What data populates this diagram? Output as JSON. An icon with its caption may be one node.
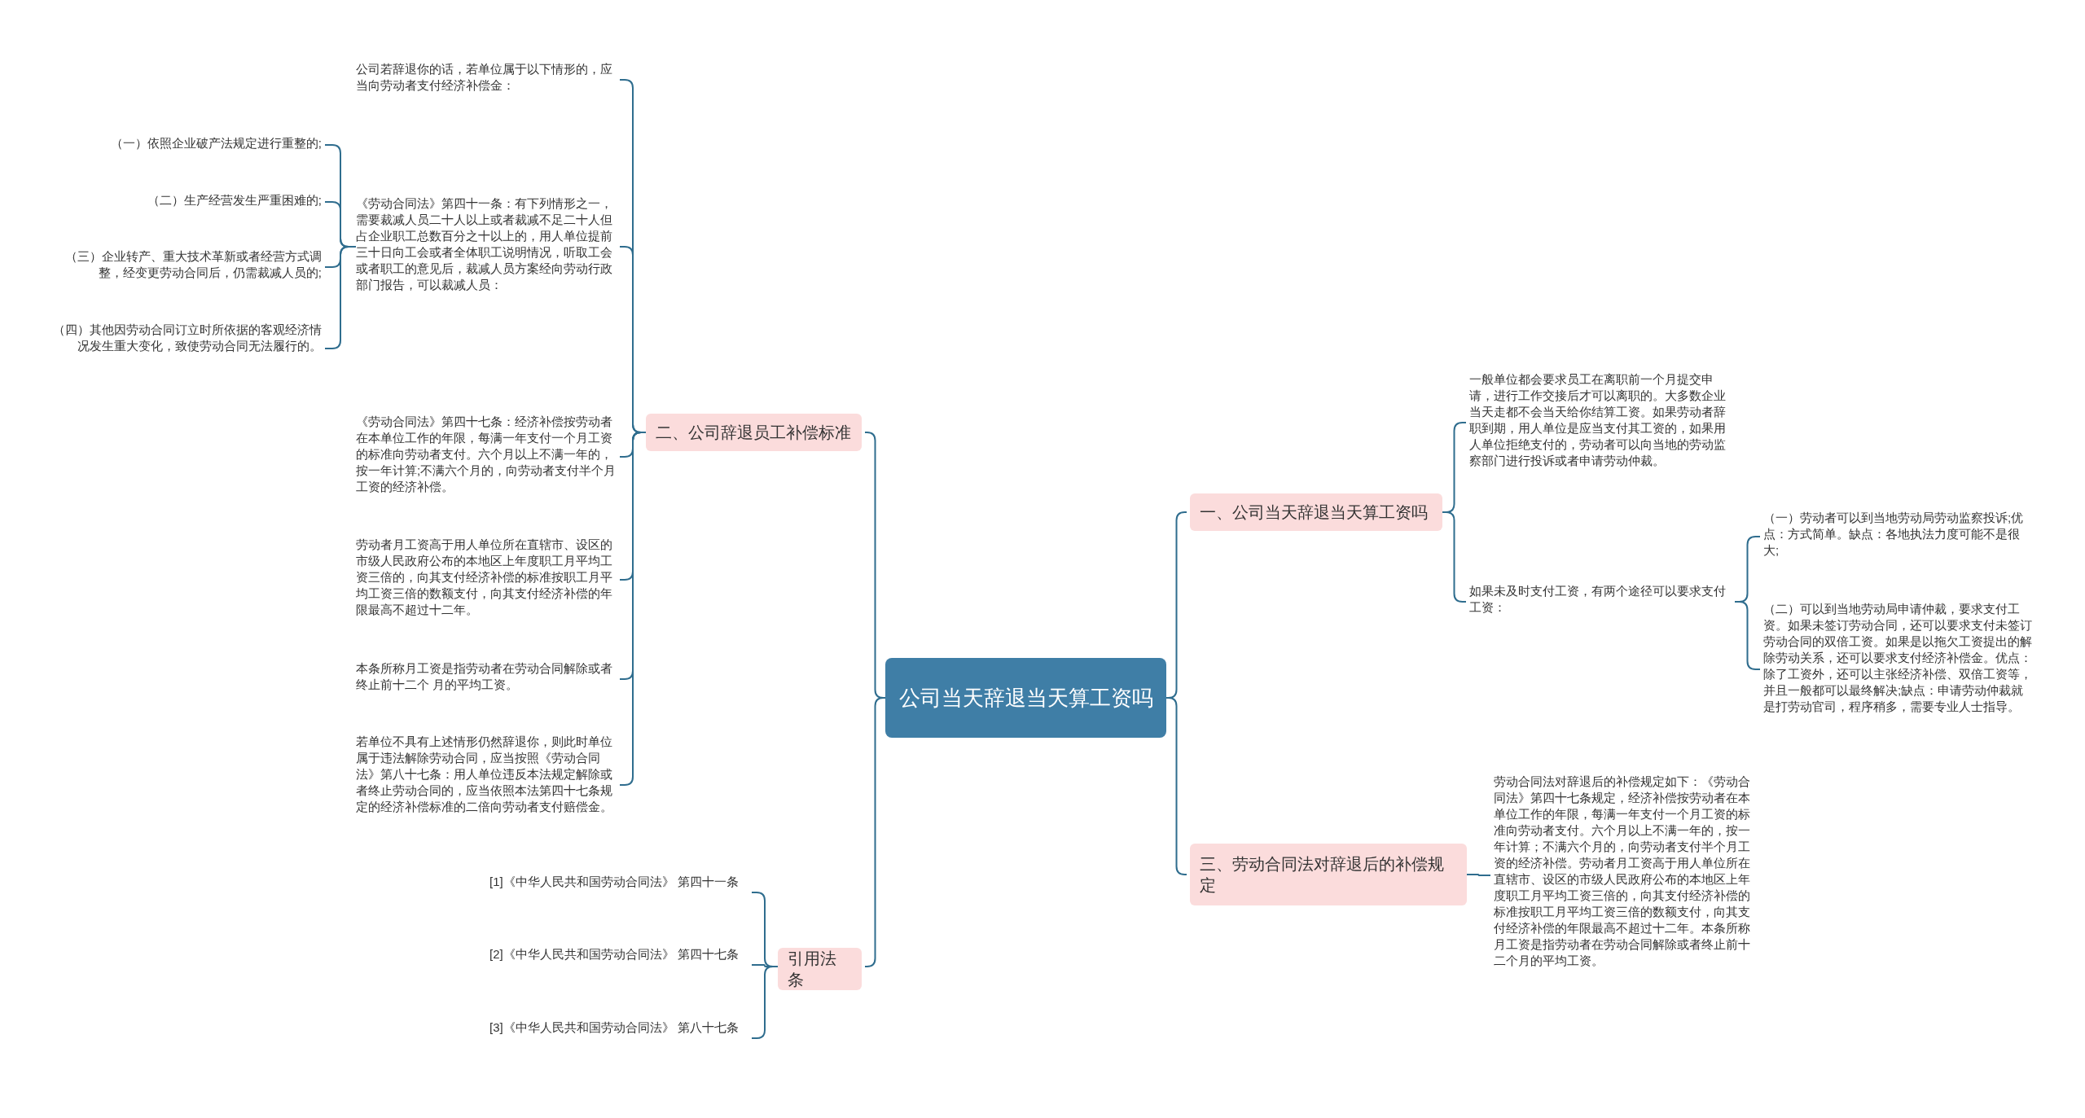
{
  "diagram": {
    "nodes": [
      {
        "text": [
          "公司当天辞退当天算工资吗"
        ]
      },
      {
        "text": [
          "一、公司当天辞退当天算工资吗"
        ]
      },
      {
        "text": [
          "一般单位都会要求员工在离职前一个月提交申请，进行工作交接后才可以离职的。大多数企业当天走都不会当天给你结算工资。如果劳动者辞职到期，用人单位是应当支付其工资的，如果用人单位拒绝支付的，劳动者可以向当地的劳动监察部门进行投诉或者申请劳动仲裁。"
        ]
      },
      {
        "text": [
          "如果未及时支付工资，有两个途径可以要求支付工资："
        ]
      },
      {
        "text": [
          "（一）劳动者可以到当地劳动局劳动监察投诉;优点：方式简单。缺点：各地执法力度可能不是很大;"
        ]
      },
      {
        "text": [
          "（二）可以到当地劳动局申请仲裁，要求支付工资。如果未签订劳动合同，还可以要求支付未签订劳动合同的双倍工资。如果是以拖欠工资提出的解除劳动关系，还可以要求支付经济补偿金。优点：除了工资外，还可以主张经济补偿、双倍工资等，并且一般都可以最终解决;缺点：申请劳动仲裁就是打劳动官司，程序稍多，需要专业人士指导。"
        ]
      },
      {
        "text": [
          "二、公司辞退员工补偿标准"
        ]
      },
      {
        "text": [
          "公司若辞退你的话，若单位属于以下情形的，应当向劳动者支付经济补偿金："
        ]
      },
      {
        "text": [
          "《劳动合同法》第四十一条：有下列情形之一，需要裁减人员二十人以上或者裁减不足二十人但占企业职工总数百分之十以上的，用人单位提前三十日向工会或者全体职工说明情况，听取工会或者职工的意见后，裁减人员方案经向劳动行政部门报告，可以裁减人员："
        ]
      },
      {
        "text": [
          "（一）依照企业破产法规定进行重整的;"
        ]
      },
      {
        "text": [
          "（二）生产经营发生严重困难的;"
        ]
      },
      {
        "text": [
          "（三）企业转产、重大技术革新或者经营方式调整，经变更劳动合同后，仍需裁减人员的;"
        ]
      },
      {
        "text": [
          "（四）其他因劳动合同订立时所依据的客观经济情况发生重大变化，致使劳动合同无法履行的。"
        ]
      },
      {
        "text": [
          "《劳动合同法》第四十七条：经济补偿按劳动者在本单位工作的年限，每满一年支付一个月工资的标准向劳动者支付。六个月以上不满一年的，按一年计算;不满六个月的，向劳动者支付半个月工资的经济补偿。"
        ]
      },
      {
        "text": [
          "劳动者月工资高于用人单位所在直辖市、设区的市级人民政府公布的本地区上年度职工月平均工资三倍的，向其支付经济补偿的标准按职工月平均工资三倍的数额支付，向其支付经济补偿的年限最高不超过十二年。"
        ]
      },
      {
        "text": [
          "本条所称月工资是指劳动者在劳动合同解除或者终止前十二个 月的平均工资。"
        ]
      },
      {
        "text": [
          "若单位不具有上述情形仍然辞退你，则此时单位属于违法解除劳动合同，应当按照《劳动合同法》第八十七条：用人单位违反本法规定解除或者终止劳动合同的，应当依照本法第四十七条规定的经济补偿标准的二倍向劳动者支付赔偿金。"
        ]
      },
      {
        "text": [
          "三、劳动合同法对辞退后的补偿规定"
        ]
      },
      {
        "text": [
          "劳动合同法对辞退后的补偿规定如下：《劳动合同法》第四十七条规定，经济补偿按劳动者在本单位工作的年限，每满一年支付一个月工资的标准向劳动者支付。六个月以上不满一年的，按一年计算；不满六个月的，向劳动者支付半个月工资的经济补偿。劳动者月工资高于用人单位所在直辖市、设区的市级人民政府公布的本地区上年度职工月平均工资三倍的，向其支付经济补偿的标准按职工月平均工资三倍的数额支付，向其支付经济补偿的年限最高不超过十二年。本条所称月工资是指劳动者在劳动合同解除或者终止前十二个月的平均工资。"
        ]
      },
      {
        "text": [
          "引用法条"
        ]
      },
      {
        "text": [
          "[1]《中华人民共和国劳动合同法》 第四十一条"
        ]
      },
      {
        "text": [
          "[2]《中华人民共和国劳动合同法》 第四十七条"
        ]
      },
      {
        "text": [
          "[3]《中华人民共和国劳动合同法》 第八十七条"
        ]
      }
    ],
    "edges": [
      {
        "from": 0,
        "to": 1,
        "arrow": "none"
      },
      {
        "from": 1,
        "to": 2,
        "arrow": "none"
      },
      {
        "from": 1,
        "to": 3,
        "arrow": "none"
      },
      {
        "from": 3,
        "to": 4,
        "arrow": "none"
      },
      {
        "from": 3,
        "to": 5,
        "arrow": "none"
      },
      {
        "from": 0,
        "to": 6,
        "arrow": "none"
      },
      {
        "from": 6,
        "to": 7,
        "arrow": "none"
      },
      {
        "from": 6,
        "to": 8,
        "arrow": "none"
      },
      {
        "from": 8,
        "to": 9,
        "arrow": "none"
      },
      {
        "from": 8,
        "to": 10,
        "arrow": "none"
      },
      {
        "from": 8,
        "to": 11,
        "arrow": "none"
      },
      {
        "from": 8,
        "to": 12,
        "arrow": "none"
      },
      {
        "from": 6,
        "to": 13,
        "arrow": "none"
      },
      {
        "from": 6,
        "to": 14,
        "arrow": "none"
      },
      {
        "from": 6,
        "to": 15,
        "arrow": "none"
      },
      {
        "from": 6,
        "to": 16,
        "arrow": "none"
      },
      {
        "from": 0,
        "to": 17,
        "arrow": "none"
      },
      {
        "from": 17,
        "to": 18,
        "arrow": "none"
      },
      {
        "from": 0,
        "to": 19,
        "arrow": "none"
      },
      {
        "from": 19,
        "to": 20,
        "arrow": "none"
      },
      {
        "from": 19,
        "to": 21,
        "arrow": "none"
      },
      {
        "from": 19,
        "to": 22,
        "arrow": "none"
      }
    ]
  }
}
